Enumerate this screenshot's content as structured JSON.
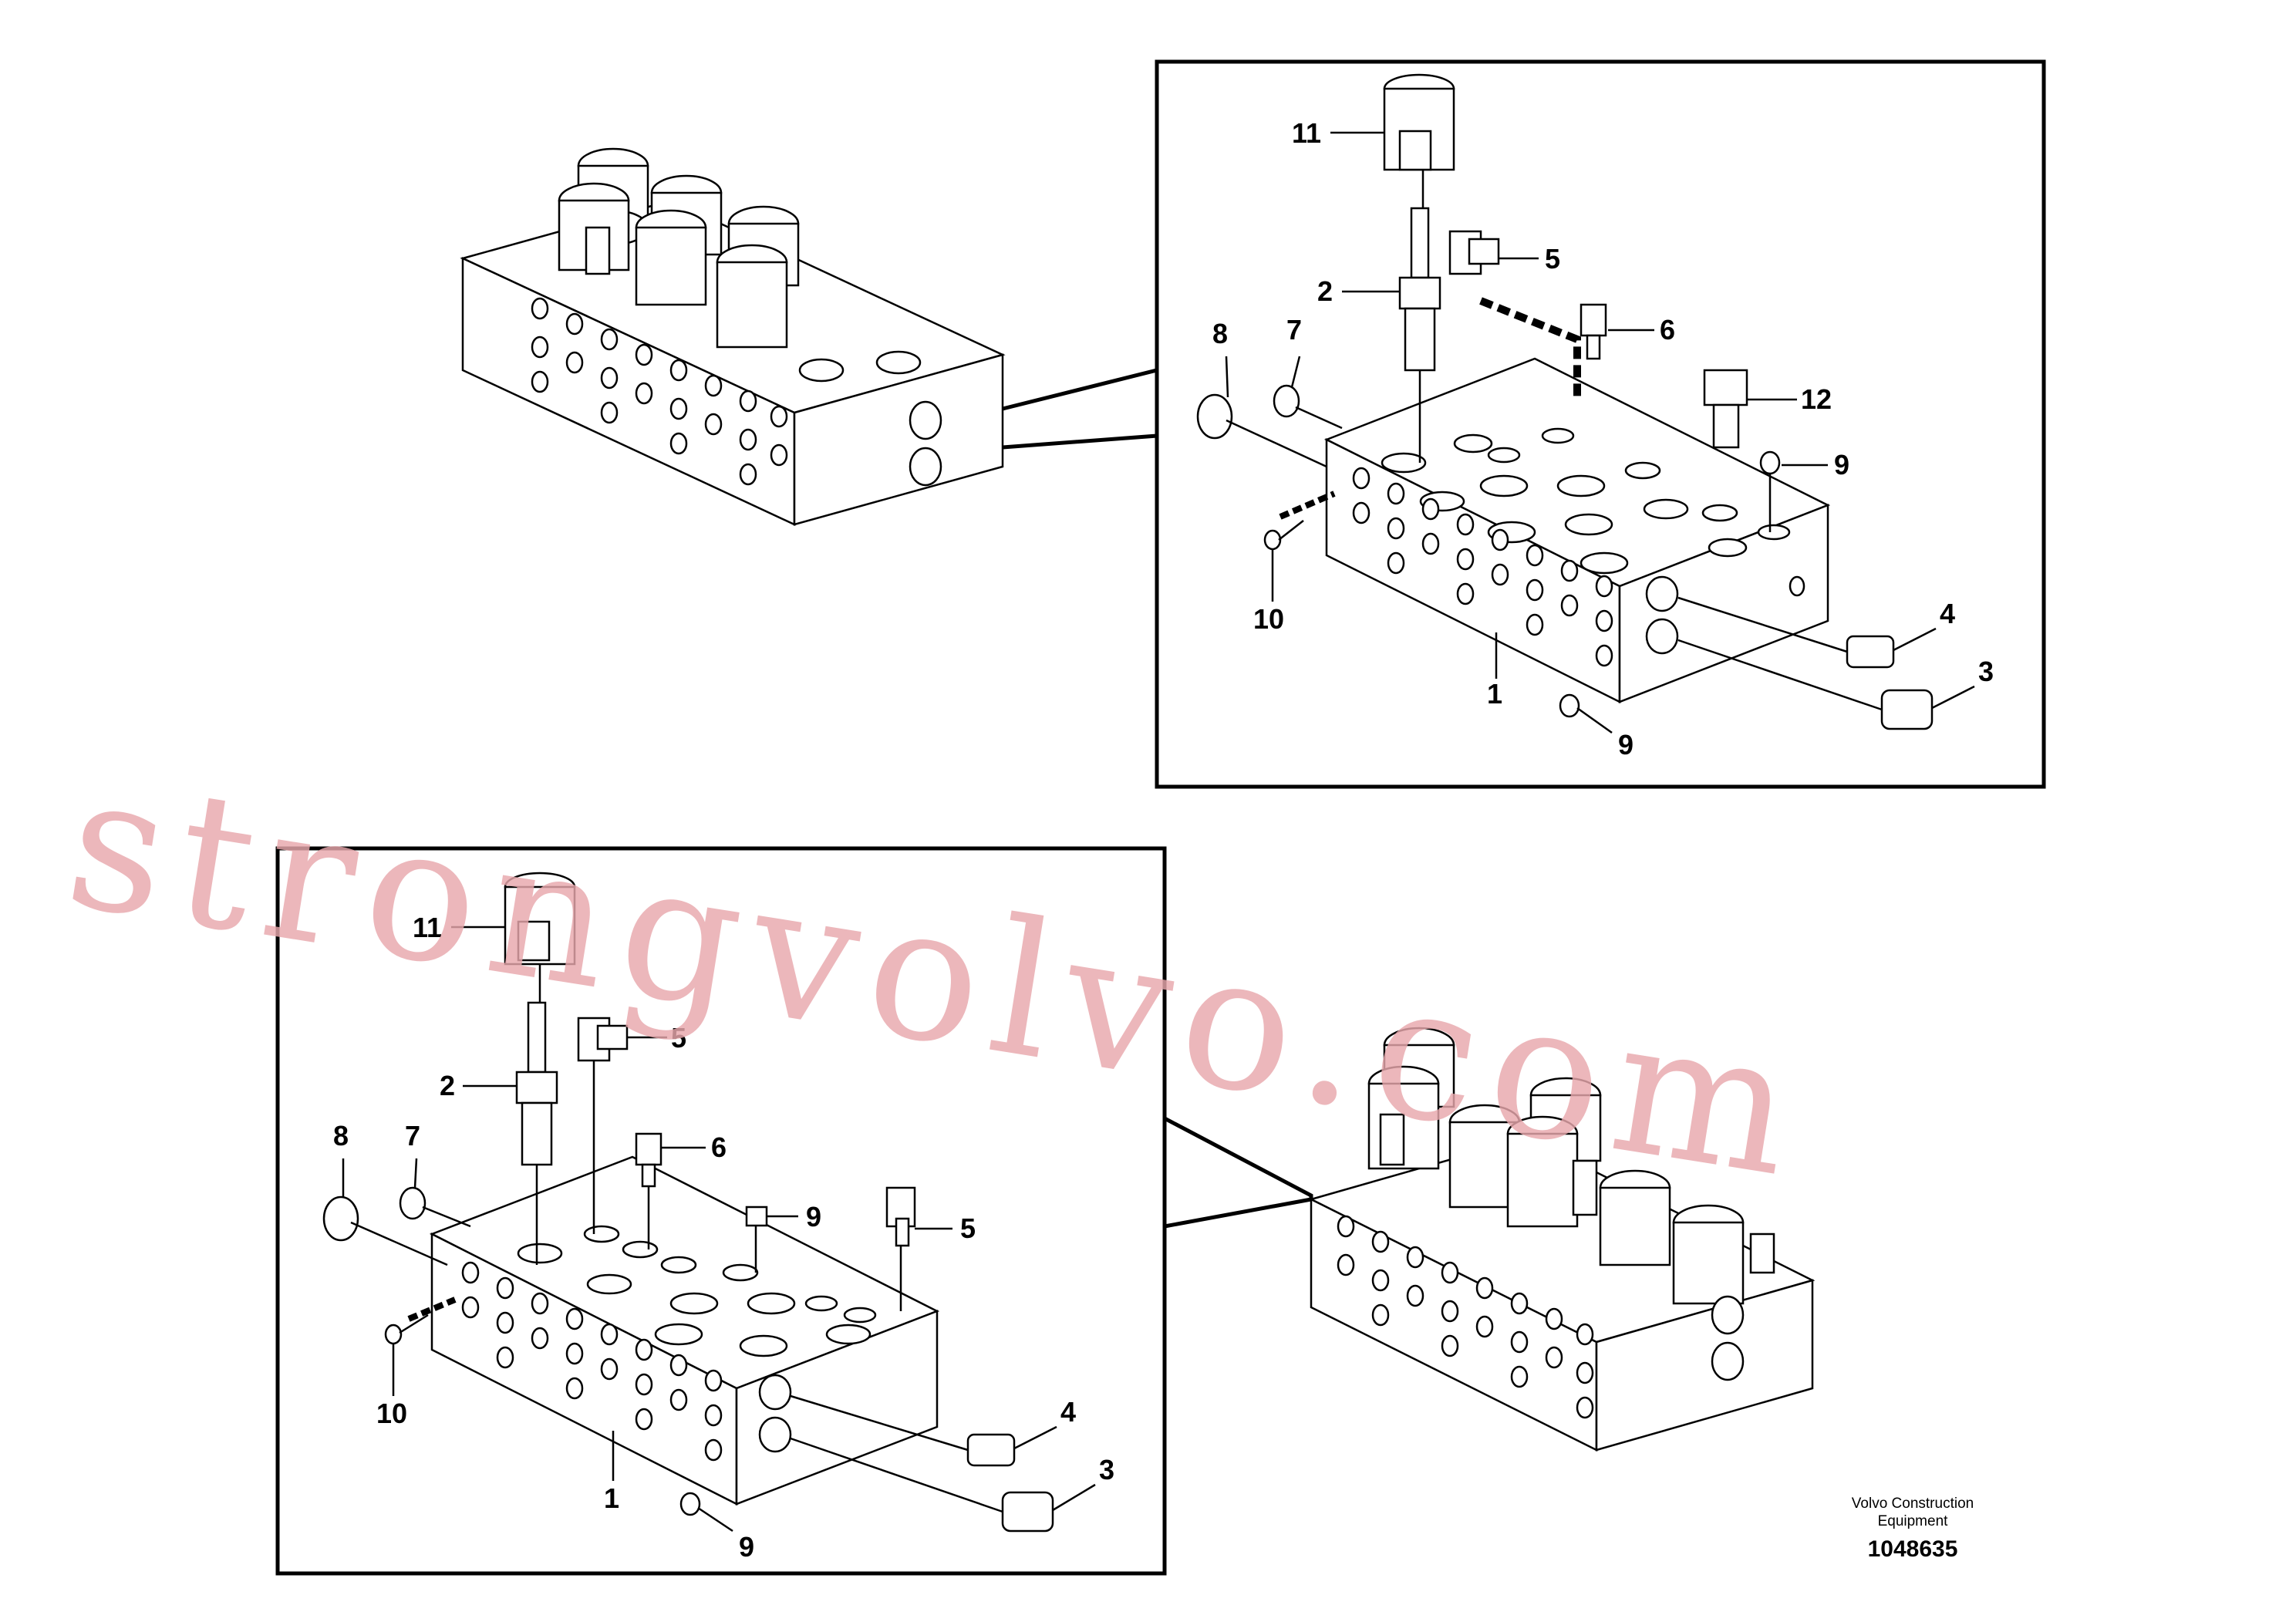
{
  "callouts_top": [
    {
      "id": "c11t",
      "text": "11"
    },
    {
      "id": "c5t",
      "text": "5"
    },
    {
      "id": "c2t",
      "text": "2"
    },
    {
      "id": "c6t",
      "text": "6"
    },
    {
      "id": "c8t",
      "text": "8"
    },
    {
      "id": "c7t",
      "text": "7"
    },
    {
      "id": "c12t",
      "text": "12"
    },
    {
      "id": "c9at",
      "text": "9"
    },
    {
      "id": "c10t",
      "text": "10"
    },
    {
      "id": "c4t",
      "text": "4"
    },
    {
      "id": "c3t",
      "text": "3"
    },
    {
      "id": "c1t",
      "text": "1"
    },
    {
      "id": "c9bt",
      "text": "9"
    }
  ],
  "callouts_bottom": [
    {
      "id": "c11b",
      "text": "11"
    },
    {
      "id": "c5ab",
      "text": "5"
    },
    {
      "id": "c2b",
      "text": "2"
    },
    {
      "id": "c6b",
      "text": "6"
    },
    {
      "id": "c8b",
      "text": "8"
    },
    {
      "id": "c7b",
      "text": "7"
    },
    {
      "id": "c9ab",
      "text": "9"
    },
    {
      "id": "c5bb",
      "text": "5"
    },
    {
      "id": "c10b",
      "text": "10"
    },
    {
      "id": "c4b",
      "text": "4"
    },
    {
      "id": "c1b",
      "text": "1"
    },
    {
      "id": "c3b",
      "text": "3"
    },
    {
      "id": "c9bb",
      "text": "9"
    }
  ],
  "publisher_line1": "Volvo Construction",
  "publisher_line2": "Equipment",
  "drawing_number": "1048635",
  "watermark": "strongvolvo.com"
}
